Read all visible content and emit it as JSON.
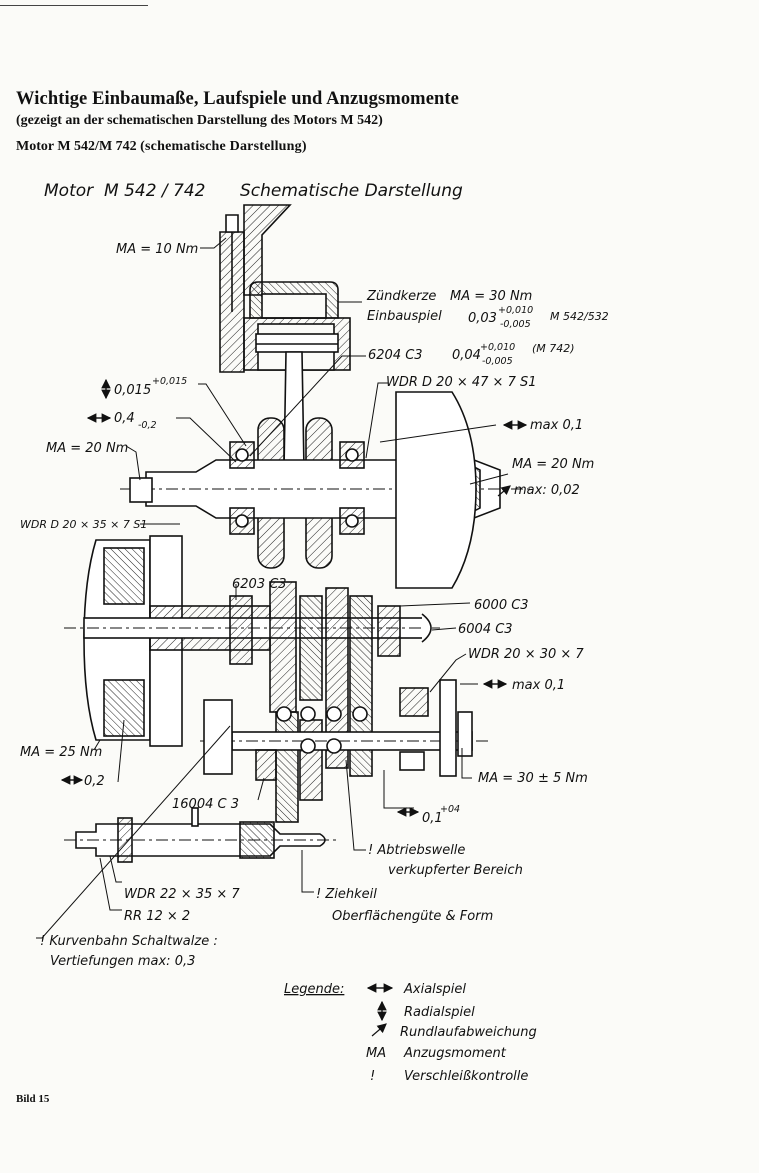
{
  "page": {
    "heading": "Wichtige Einbaumaße, Laufspiele und Anzugsmomente",
    "subheading": "(gezeigt an der schematischen Darstellung des Motors M 542)",
    "motor_label_bold": "Motor M 542/M 742",
    "motor_label_rest": "(schematische Darstellung)",
    "figure_caption": "Bild 15"
  },
  "diagram": {
    "title_motor": "Motor",
    "title_model": "M 542 / 742",
    "title_desc": "Schematische Darstellung",
    "labels": {
      "ma_10": "MA = 10 Nm",
      "zuendkerze": "Zündkerze",
      "zuendkerze_ma": "MA = 30 Nm",
      "einbauspiel": "Einbauspiel",
      "einbauspiel_val": "0,03",
      "einbauspiel_sup": "+0,010",
      "einbauspiel_sub": "-0,005",
      "einbauspiel_model": "M 542/532",
      "bearing_6204": "6204 C3",
      "m742_val": "0,04",
      "m742_sup": "+0,010",
      "m742_sub": "-0,005",
      "m742_model": "(M 742)",
      "wdr_top": "WDR D 20 × 47 × 7 S1",
      "radial_0015": "0,015",
      "radial_0015_sup": "+0,015",
      "axial_04": "0,4",
      "axial_04_sub": "-0,2",
      "ma_20_left": "MA = 20 Nm",
      "max_01_top": "max 0,1",
      "ma_20_right": "MA = 20 Nm",
      "max_002": "max: 0,02",
      "wdr_left": "WDR D 20 × 35 × 7 S1",
      "bearing_6203": "6203 C3",
      "bearing_6000": "6000 C3",
      "bearing_6004": "6004 C3",
      "wdr_right": "WDR 20 × 30 × 7",
      "max_01_mid": "max 0,1",
      "ma_25": "MA = 25 Nm",
      "axial_02": "0,2",
      "ma_30": "MA = 30 ± 5 Nm",
      "bearing_16004": "16004 C 3",
      "axial_01": "0,1",
      "axial_01_sup": "+04",
      "abtriebswelle": "! Abtriebswelle",
      "abtriebswelle_2": "verkupferter Bereich",
      "wdr_bottom": "WDR 22 × 35 × 7",
      "ziehkeil": "! Ziehkeil",
      "ziehkeil_2": "Oberflächengüte & Form",
      "rr": "RR 12 × 2",
      "kurvenbahn": "! Kurvenbahn Schaltwalze :",
      "kurvenbahn_2": "Vertiefungen max: 0,3"
    },
    "legend": {
      "title": "Legende:",
      "items": [
        {
          "symbol": "axial-arrows",
          "text": "Axialspiel"
        },
        {
          "symbol": "radial-arrows",
          "text": "Radialspiel"
        },
        {
          "symbol": "runout-arrow",
          "text": "Rundlaufabweichung"
        },
        {
          "symbol": "MA",
          "text": "Anzugsmoment"
        },
        {
          "symbol": "!",
          "text": "Verschleißkontrolle"
        }
      ]
    }
  }
}
